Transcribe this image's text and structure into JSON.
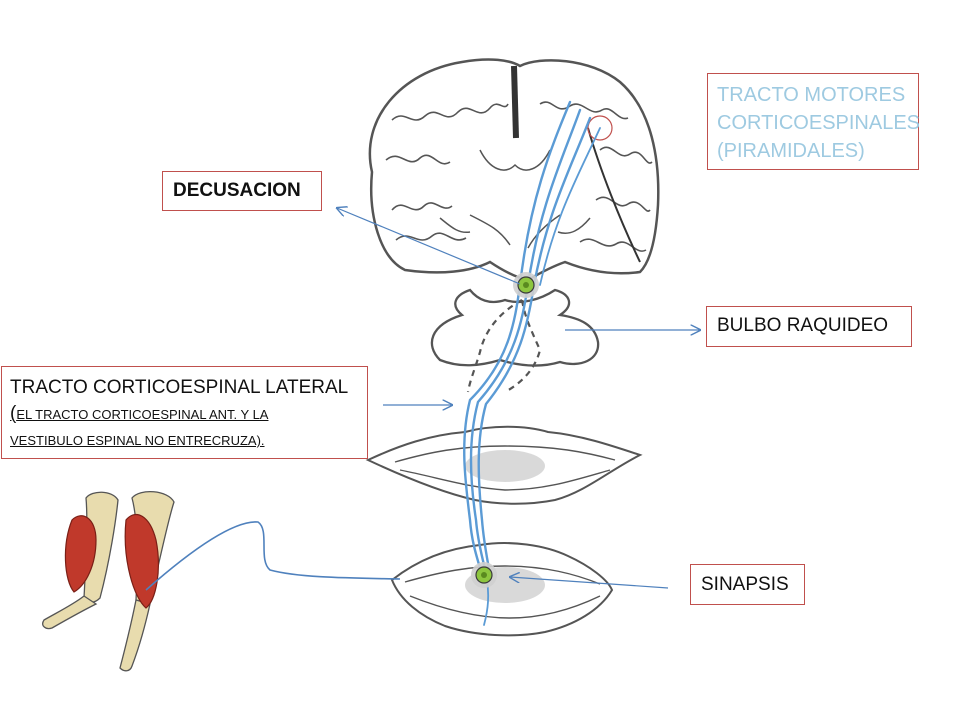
{
  "labels": {
    "tracto_motores": {
      "lines": [
        "TRACTO MOTORES",
        "CORTICOESPINALES",
        "(PIRAMIDALES)"
      ],
      "color": "#9ecae1"
    },
    "decusacion": "DECUSACION",
    "bulbo_raquideo": "BULBO RAQUIDEO",
    "tracto_lateral": {
      "title": "TRACTO CORTICOESPINAL LATERAL",
      "note_paren": "(",
      "note_line1": "EL TRACTO CORTICOESPINAL ANT. Y LA",
      "note_line2": "VESTIBULO ESPINAL NO ENTRECRUZA)."
    },
    "sinapsis": "SINAPSIS"
  },
  "colors": {
    "box_border": "#c0504d",
    "pathway_blue": "#5b9bd5",
    "arrow_line": "#4f81bd",
    "synapse_green": "#8dc63f",
    "muscle_red": "#c0392b",
    "bone": "#e8dcae",
    "outline": "#555555"
  }
}
